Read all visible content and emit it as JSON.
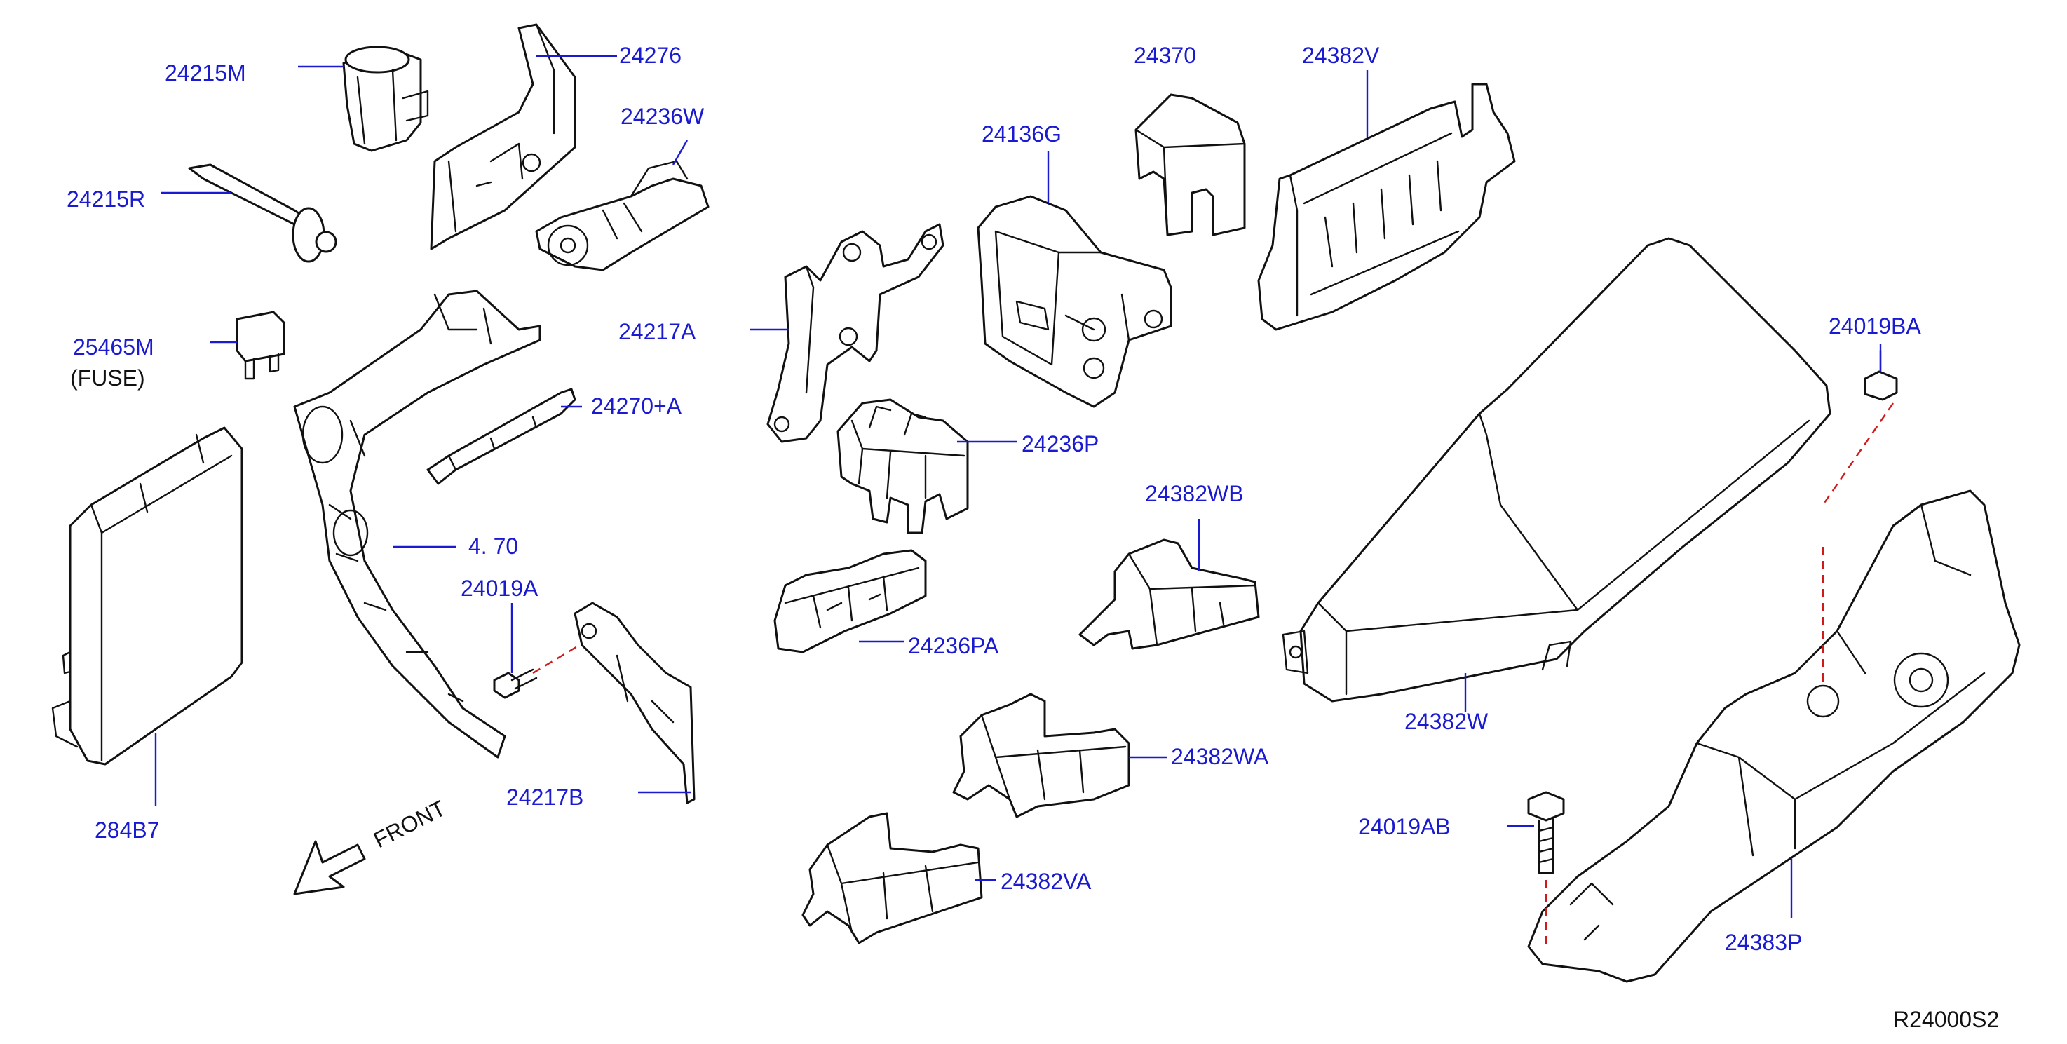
{
  "diagram": {
    "reference_code": "R24000S2",
    "front_label": "FRONT",
    "colors": {
      "label": "#1a1ad0",
      "leader": "#1a1ad0",
      "drawing": "#111111",
      "dash": "#d01a1a"
    },
    "labels": {
      "p24215M": "24215M",
      "p24276": "24276",
      "p24236W": "24236W",
      "p24215R": "24215R",
      "p25465M": "25465M",
      "p25465M_note": "(FUSE)",
      "p24270A": "24270+A",
      "p24270_partial": "4. 70",
      "p24019A": "24019A",
      "p24217B": "24217B",
      "p284B7": "284B7",
      "p24370": "24370",
      "p24382V": "24382V",
      "p24136G": "24136G",
      "p24217A": "24217A",
      "p24236P": "24236P",
      "p24382WB": "24382WB",
      "p24236PA": "24236PA",
      "p24382WA": "24382WA",
      "p24382VA": "24382VA",
      "p24019BA": "24019BA",
      "p24382W": "24382W",
      "p24019AB": "24019AB",
      "p24383P": "24383P"
    }
  }
}
